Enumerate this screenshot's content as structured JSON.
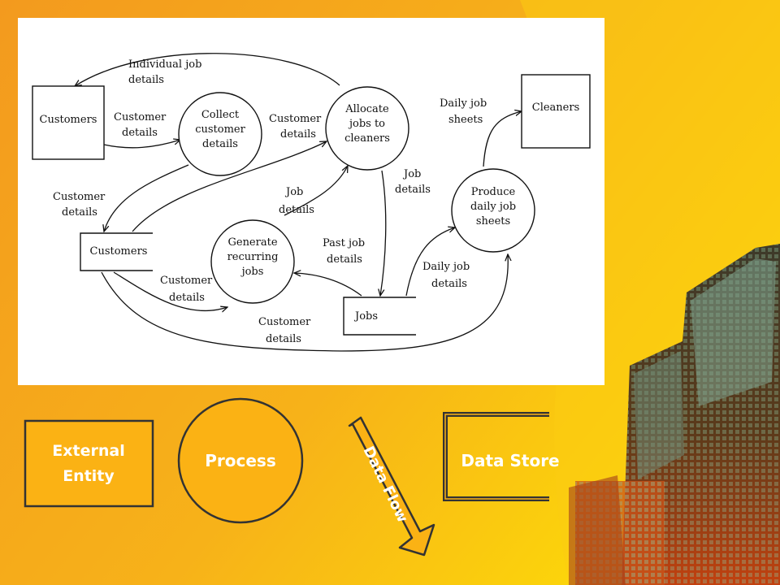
{
  "colors": {
    "background": "#f5a21b",
    "diagram_panel": "#ffffff",
    "legend_fill": "#fbb214",
    "legend_outline": "#333333",
    "legend_text": "#ffffff"
  },
  "diagram": {
    "entities": {
      "customers": "Customers",
      "cleaners": "Cleaners"
    },
    "stores": {
      "customers": "Customers",
      "jobs": "Jobs"
    },
    "processes": {
      "collect": [
        "Collect",
        "customer",
        "details"
      ],
      "allocate": [
        "Allocate",
        "jobs to",
        "cleaners"
      ],
      "generate": [
        "Generate",
        "recurring",
        "jobs"
      ],
      "produce": [
        "Produce",
        "daily job",
        "sheets"
      ]
    },
    "flows": {
      "individual_job_details": [
        "Individual job",
        "details"
      ],
      "customer_details_a": [
        "Customer",
        "details"
      ],
      "customer_details_b": [
        "Customer",
        "details"
      ],
      "customer_details_c": [
        "Customer",
        "details"
      ],
      "customer_details_d": [
        "Customer",
        "details"
      ],
      "customer_details_e": [
        "Customer",
        "details"
      ],
      "job_details_a": [
        "Job",
        "details"
      ],
      "job_details_b": [
        "Job",
        "details"
      ],
      "past_job_details": [
        "Past job",
        "details"
      ],
      "daily_job_details": [
        "Daily job",
        "details"
      ],
      "daily_job_sheets": [
        "Daily job",
        "sheets"
      ]
    }
  },
  "legend": {
    "external_entity": [
      "External",
      "Entity"
    ],
    "process": "Process",
    "data_flow": "Data Flow",
    "data_store": "Data Store"
  }
}
